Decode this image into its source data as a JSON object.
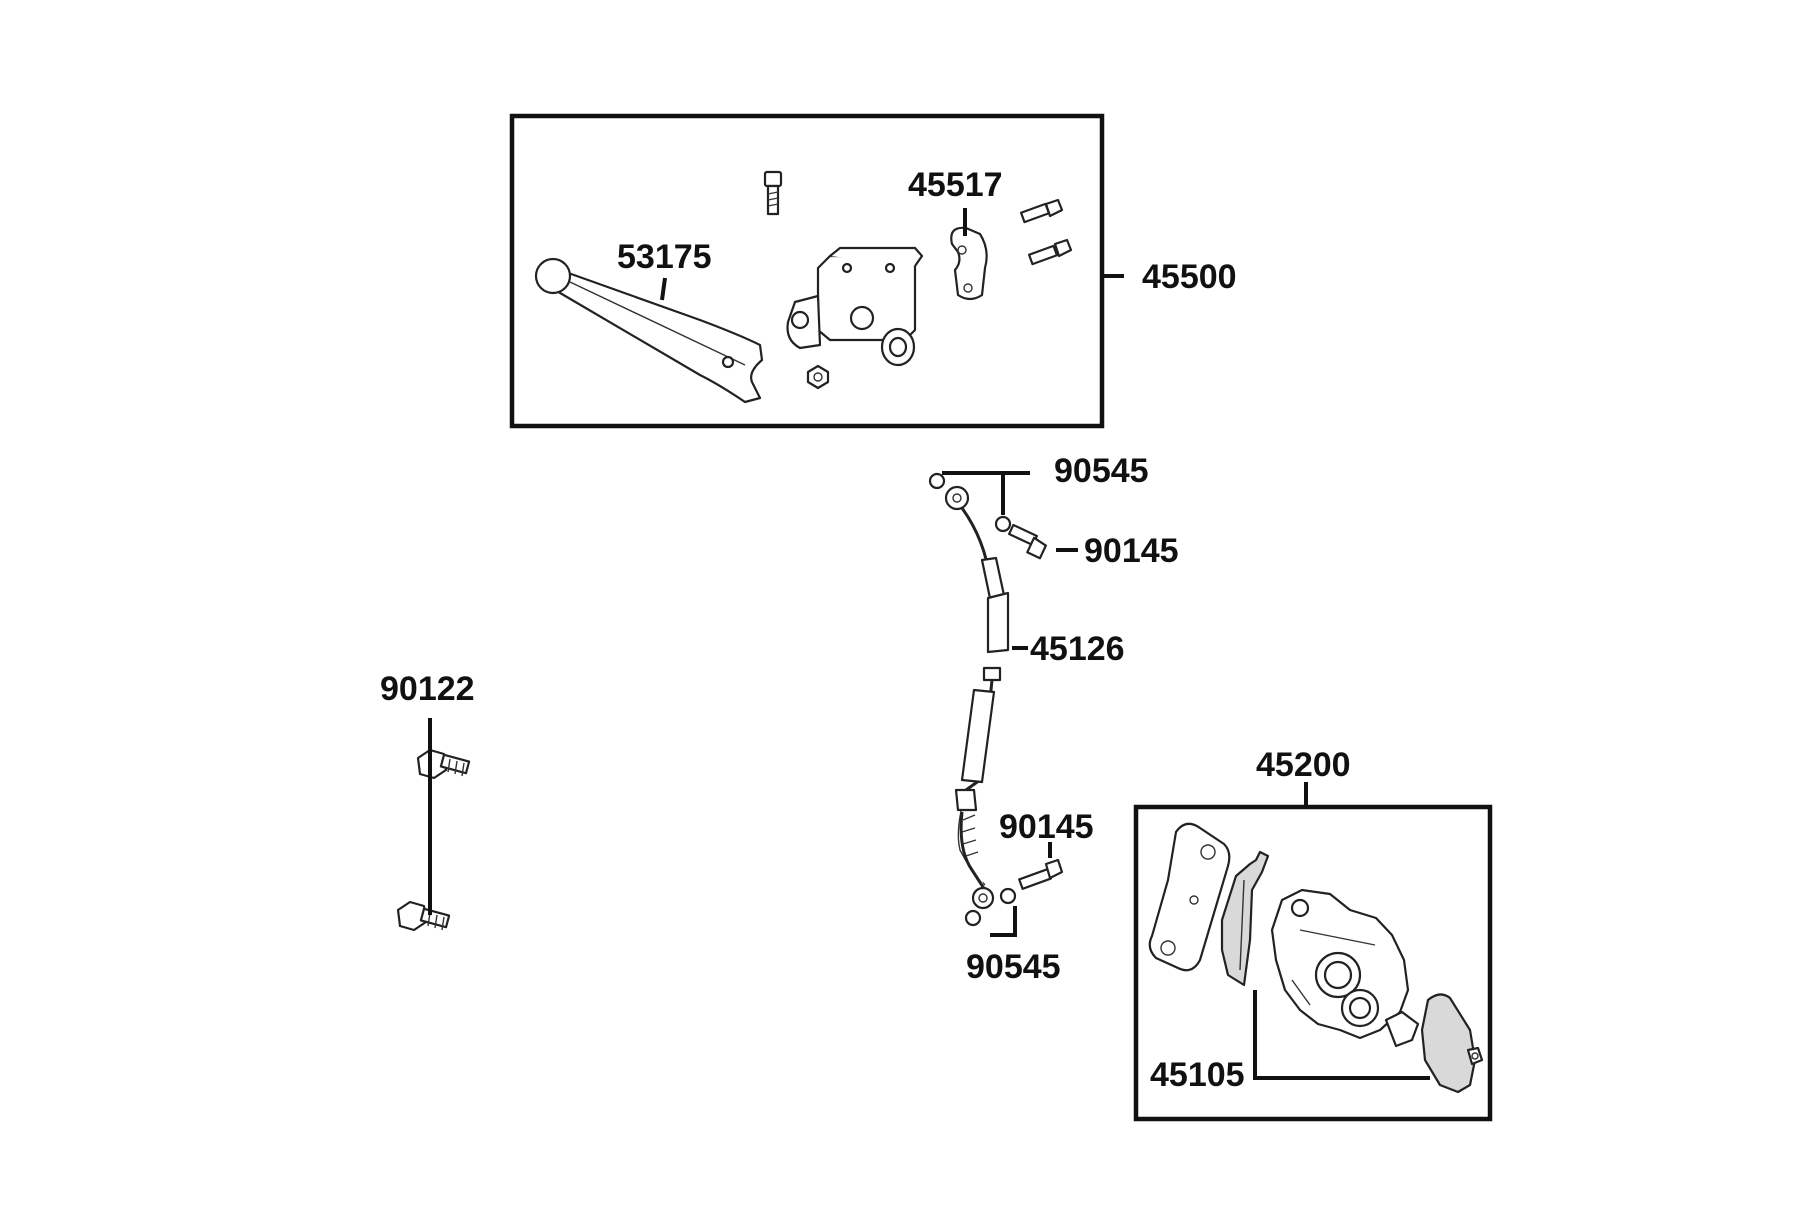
{
  "diagram": {
    "labels": {
      "lever": "53175",
      "clamp": "45517",
      "master_cylinder_assy": "45500",
      "washer_top": "90545",
      "bolt_top": "90145",
      "hose": "45126",
      "bolt_left": "90122",
      "caliper_assy": "45200",
      "bolt_bottom": "90145",
      "washer_bottom": "90545",
      "brake_pads": "45105"
    }
  }
}
